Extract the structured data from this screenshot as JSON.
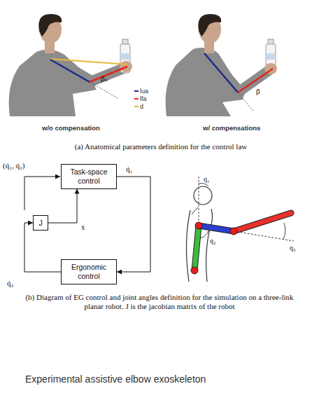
{
  "diagram": {
    "caption": "Experimental assistive elbow exoskeleton",
    "nodes": [
      {
        "text": [
          "Task-space control"
        ]
      },
      {
        "text": [
          "J"
        ]
      },
      {
        "text": [
          "Ergonomic control"
        ]
      }
    ],
    "edges": [
      {
        "from": 2,
        "to": 1,
        "arrow": "to"
      },
      {
        "from": 1,
        "to": 0,
        "arrow": "to"
      },
      {
        "from": 0,
        "to": 2,
        "arrow": "to"
      }
    ],
    "labels": [
      "βₙ",
      "β",
      "w/o compensation",
      "w/ compensations",
      "(a) Anatomical parameters definition for the control law",
      "(q̇₁, q̇₂)",
      "q̇₁",
      "ẋ",
      "q̇₃",
      "q₁",
      "q₂",
      "q₃",
      "(b) Diagram of EG control and joint angles definition for the simulation on a three-link planar robot. J is the jacobian matrix of the robot"
    ],
    "legend": [
      {
        "text": "lua",
        "color": "#1f2a8a"
      },
      {
        "text": "lfa",
        "color": "#e0251c"
      },
      {
        "text": "d",
        "color": "#e6b93a"
      }
    ]
  }
}
